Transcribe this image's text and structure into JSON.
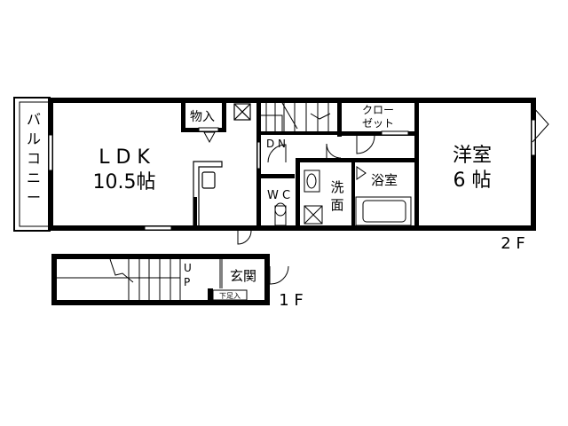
{
  "floor_plan": {
    "floor2": {
      "label": "2 F",
      "rooms": {
        "balcony": {
          "chars": [
            "バ",
            "ル",
            "コ",
            "ニ",
            "ー"
          ]
        },
        "ldk": {
          "line1": "L D K",
          "line2": "10.5帖"
        },
        "storage": {
          "label": "物入"
        },
        "stairs_down": {
          "label": "D N"
        },
        "closet": {
          "line1": "クロー",
          "line2": "ゼット"
        },
        "western_room": {
          "line1": "洋室",
          "line2": "6 帖"
        },
        "wc": {
          "label": "W C"
        },
        "washroom": {
          "line1": "洗",
          "line2": "面"
        },
        "bathroom": {
          "label": "浴室"
        }
      }
    },
    "floor1": {
      "label": "1 F",
      "rooms": {
        "stairs_up": {
          "line1": "U",
          "line2": "P"
        },
        "entrance": {
          "label": "玄関"
        },
        "shoe_box": {
          "label": "下足入"
        }
      }
    }
  }
}
